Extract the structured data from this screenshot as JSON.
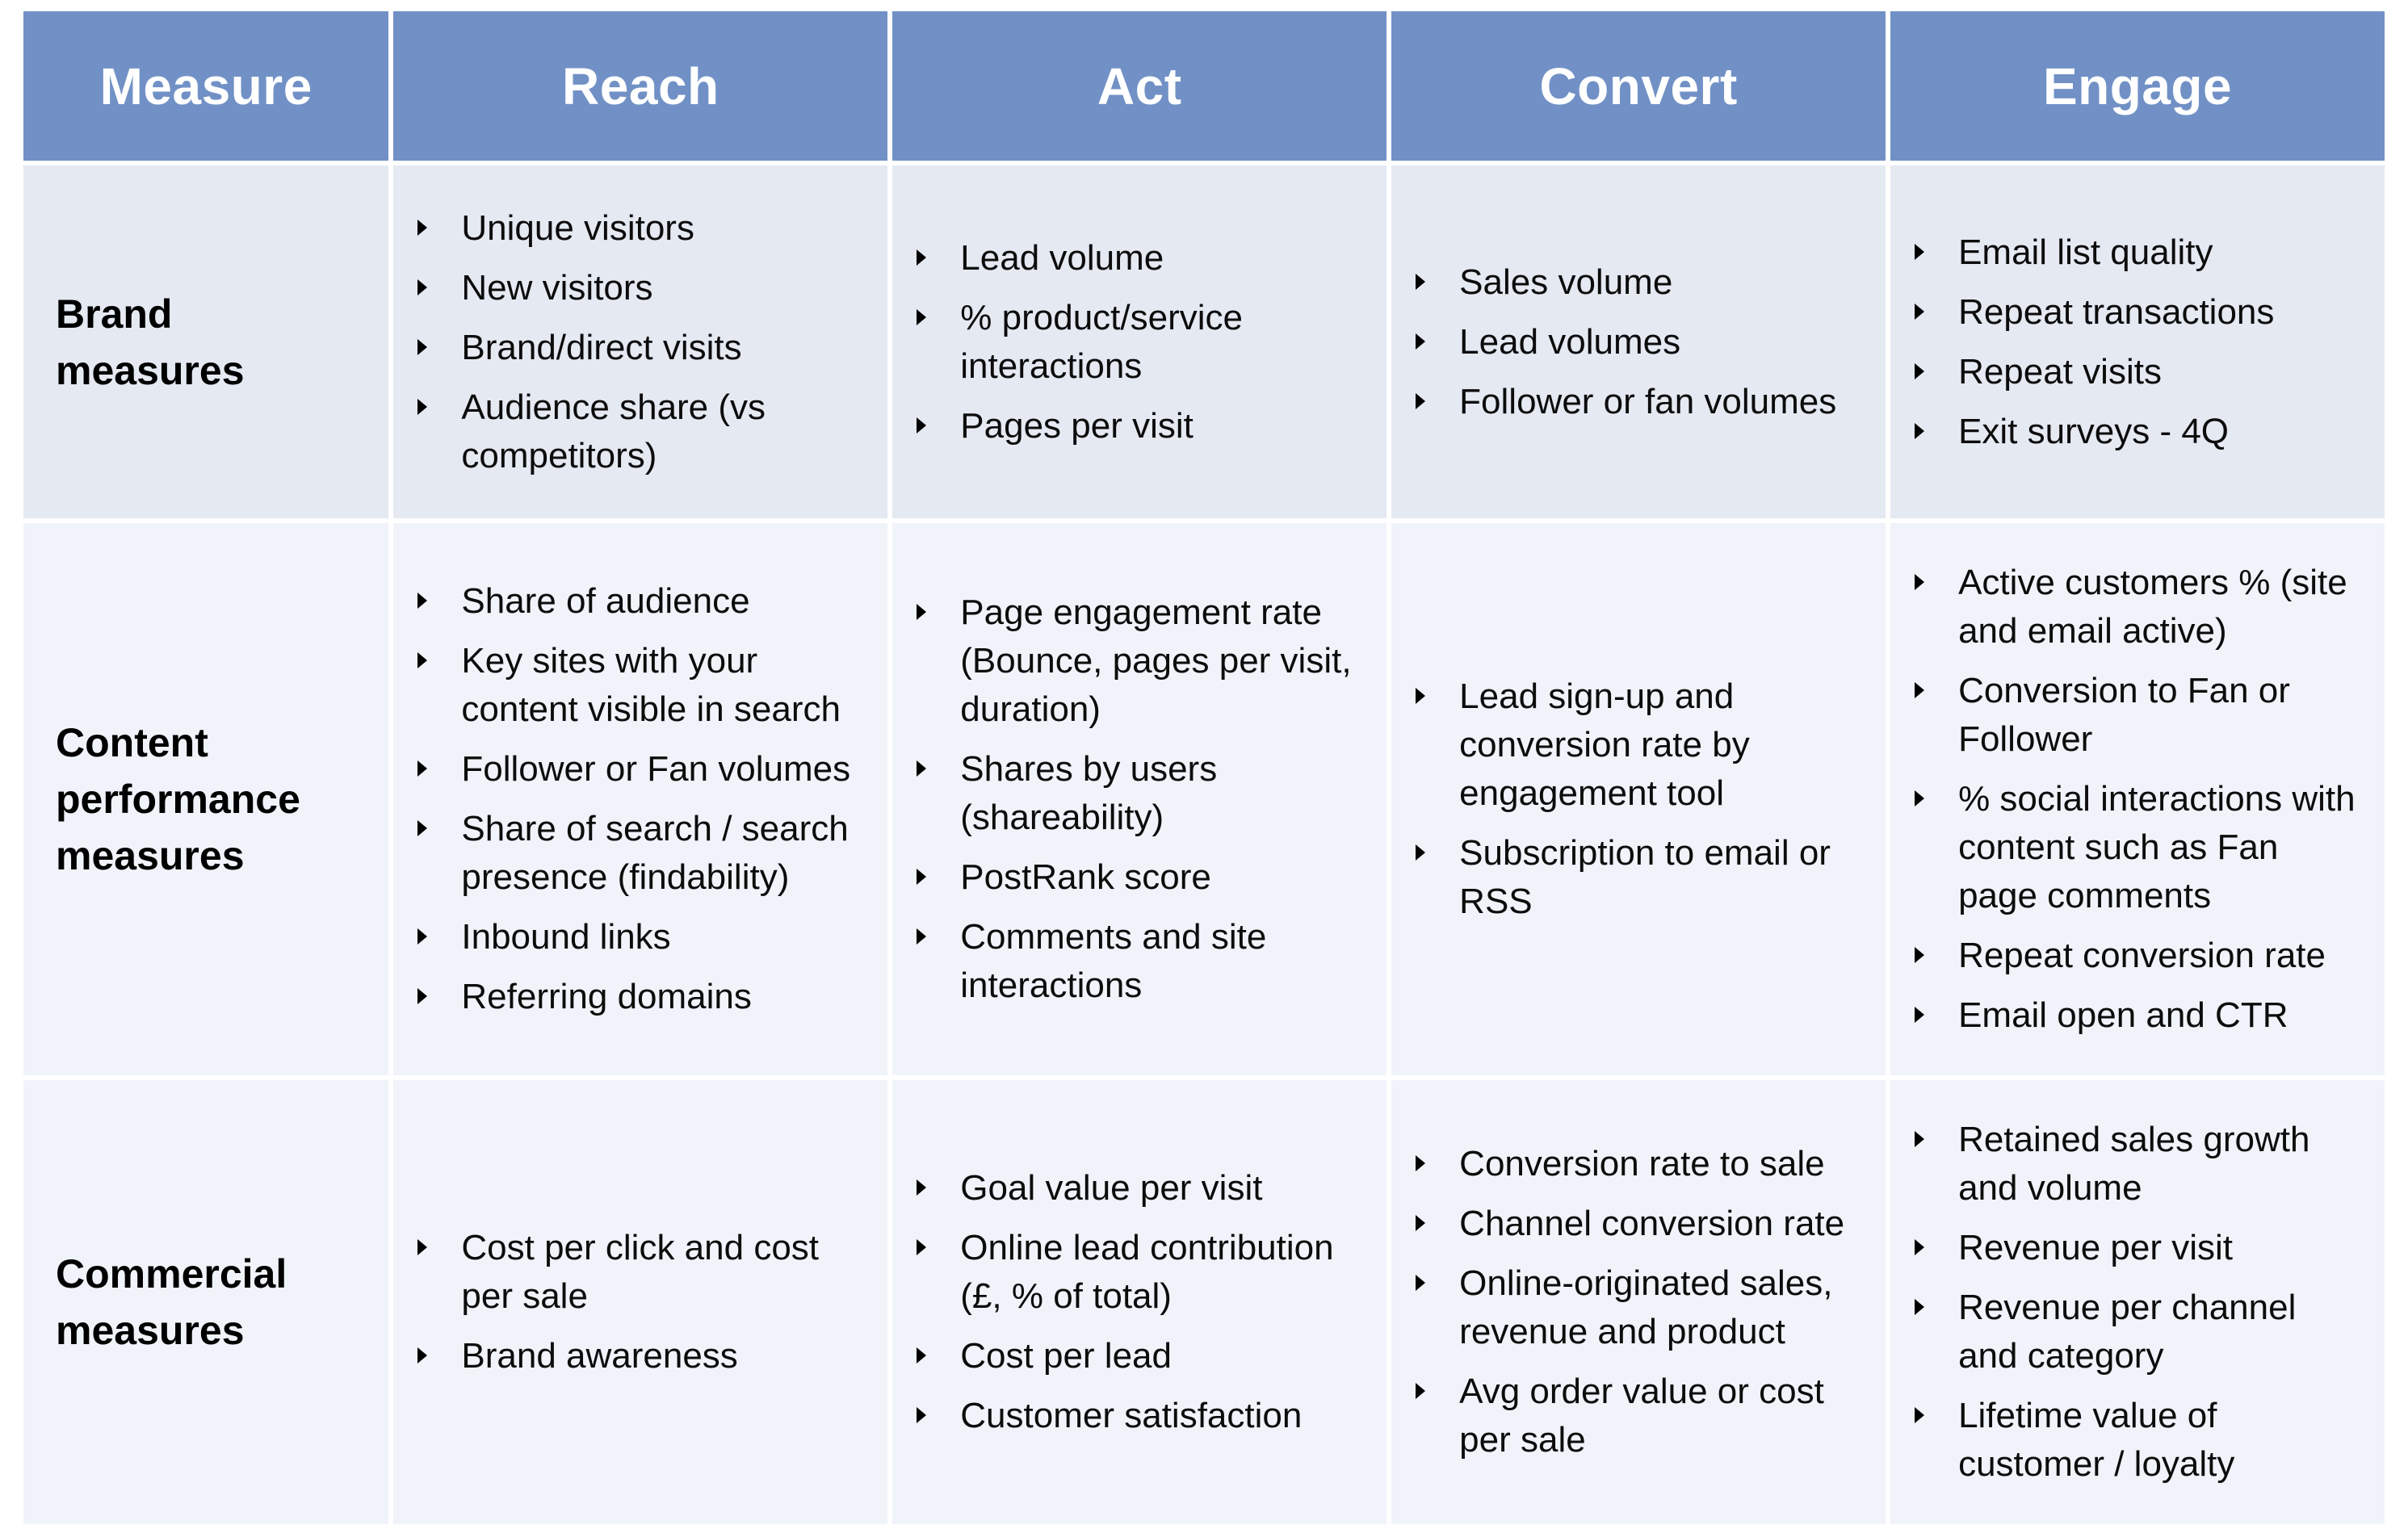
{
  "colors": {
    "header_bg": "#7191C6",
    "header_text": "#FFFFFF",
    "band_dark_bg": "#E4E9F2",
    "band_light_bg": "#F0F3F9",
    "grid_lines": "#FFFFFF",
    "body_text": "#0C0C0C"
  },
  "table": {
    "header": {
      "measure": "Measure",
      "reach": "Reach",
      "act": "Act",
      "convert": "Convert",
      "engage": "Engage"
    },
    "rows": [
      {
        "label": "Brand measures",
        "reach": [
          "Unique visitors",
          "New visitors",
          "Brand/direct visits",
          "Audience share (vs competitors)"
        ],
        "act": [
          "Lead volume",
          "% product/service interactions",
          "Pages per visit"
        ],
        "convert": [
          "Sales volume",
          "Lead volumes",
          "Follower or fan volumes"
        ],
        "engage": [
          "Email list quality",
          "Repeat transactions",
          "Repeat visits",
          "Exit surveys - 4Q"
        ]
      },
      {
        "label": "Content performance measures",
        "reach": [
          "Share of audience",
          "Key sites with your content visible in search",
          "Follower or Fan volumes",
          "Share of search / search presence (findability)",
          "Inbound links",
          "Referring domains"
        ],
        "act": [
          "Page engagement rate (Bounce, pages per visit, duration)",
          "Shares by users (shareability)",
          "PostRank score",
          "Comments and site interactions"
        ],
        "convert": [
          "Lead sign-up and conversion rate by engagement tool",
          "Subscription to email or RSS"
        ],
        "engage": [
          "Active customers % (site and email active)",
          "Conversion to Fan or Follower",
          "% social interactions with content such as Fan page comments",
          "Repeat conversion rate",
          "Email open and CTR"
        ]
      },
      {
        "label": "Commercial measures",
        "reach": [
          "Cost per click and cost per sale",
          "Brand awareness"
        ],
        "act": [
          "Goal value per visit",
          "Online lead contribution (£, % of total)",
          "Cost per lead",
          "Customer satisfaction"
        ],
        "convert": [
          "Conversion rate to sale",
          "Channel conversion rate",
          "Online-originated sales, revenue and product",
          "Avg order value or cost per sale"
        ],
        "engage": [
          "Retained sales growth and volume",
          "Revenue per visit",
          "Revenue per channel and category",
          "Lifetime value of customer / loyalty"
        ]
      }
    ]
  }
}
